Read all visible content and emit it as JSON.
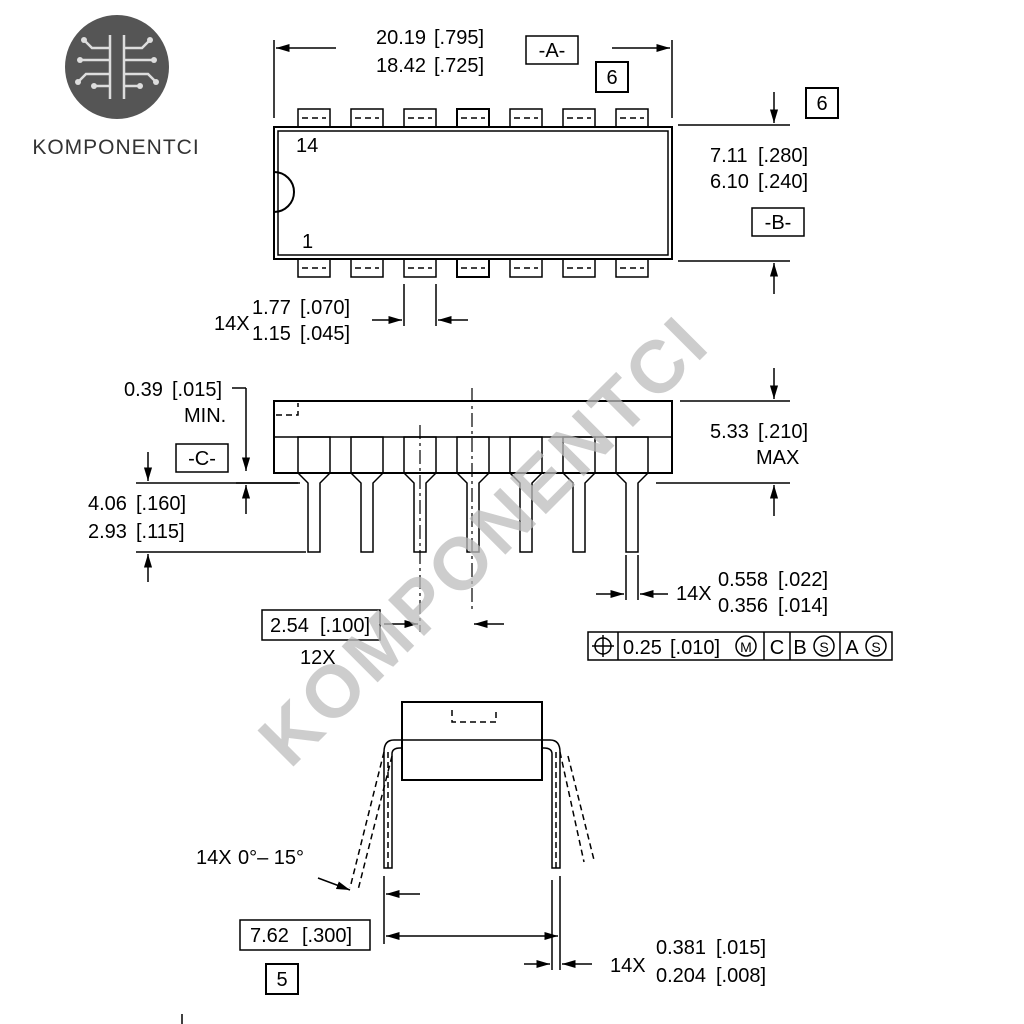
{
  "logo": {
    "text": "KOMPONENTCI"
  },
  "watermark": {
    "text": "KOMPONENTCI"
  },
  "top_view": {
    "length_max": "20.19",
    "length_max_in": "[.795]",
    "length_min": "18.42",
    "length_min_in": "[.725]",
    "datum_a": "-A-",
    "note_ref_6a": "6",
    "note_ref_6b": "6",
    "width_max": "7.11",
    "width_max_in": "[.280]",
    "width_min": "6.10",
    "width_min_in": "[.240]",
    "datum_b": "-B-",
    "pin14": "14",
    "pin1": "1",
    "pad_count": "14X",
    "pad_max": "1.77",
    "pad_max_in": "[.070]",
    "pad_min": "1.15",
    "pad_min_in": "[.045]"
  },
  "side_view": {
    "standoff": "0.39",
    "standoff_in": "[.015]",
    "standoff_note": "MIN.",
    "datum_c": "-C-",
    "height_max": "5.33",
    "height_max_in": "[.210]",
    "height_note": "MAX",
    "lead_len_max": "4.06",
    "lead_len_max_in": "[.160]",
    "lead_len_min": "2.93",
    "lead_len_min_in": "[.115]",
    "lead_w_count": "14X",
    "lead_w_max": "0.558",
    "lead_w_max_in": "[.022]",
    "lead_w_min": "0.356",
    "lead_w_min_in": "[.014]",
    "pitch": "2.54",
    "pitch_in": "[.100]",
    "pitch_count": "12X",
    "tol_value": "0.25",
    "tol_in": "[.010]",
    "tol_m": "M",
    "tol_c": "C",
    "tol_b": "B",
    "tol_s1": "S",
    "tol_a": "A",
    "tol_s2": "S"
  },
  "end_view": {
    "angle_count": "14X",
    "angle": "0°– 15°",
    "row_spacing": "7.62",
    "row_spacing_in": "[.300]",
    "note_ref_5": "5",
    "thick_count": "14X",
    "thick_max": "0.381",
    "thick_max_in": "[.015]",
    "thick_min": "0.204",
    "thick_min_in": "[.008]"
  }
}
